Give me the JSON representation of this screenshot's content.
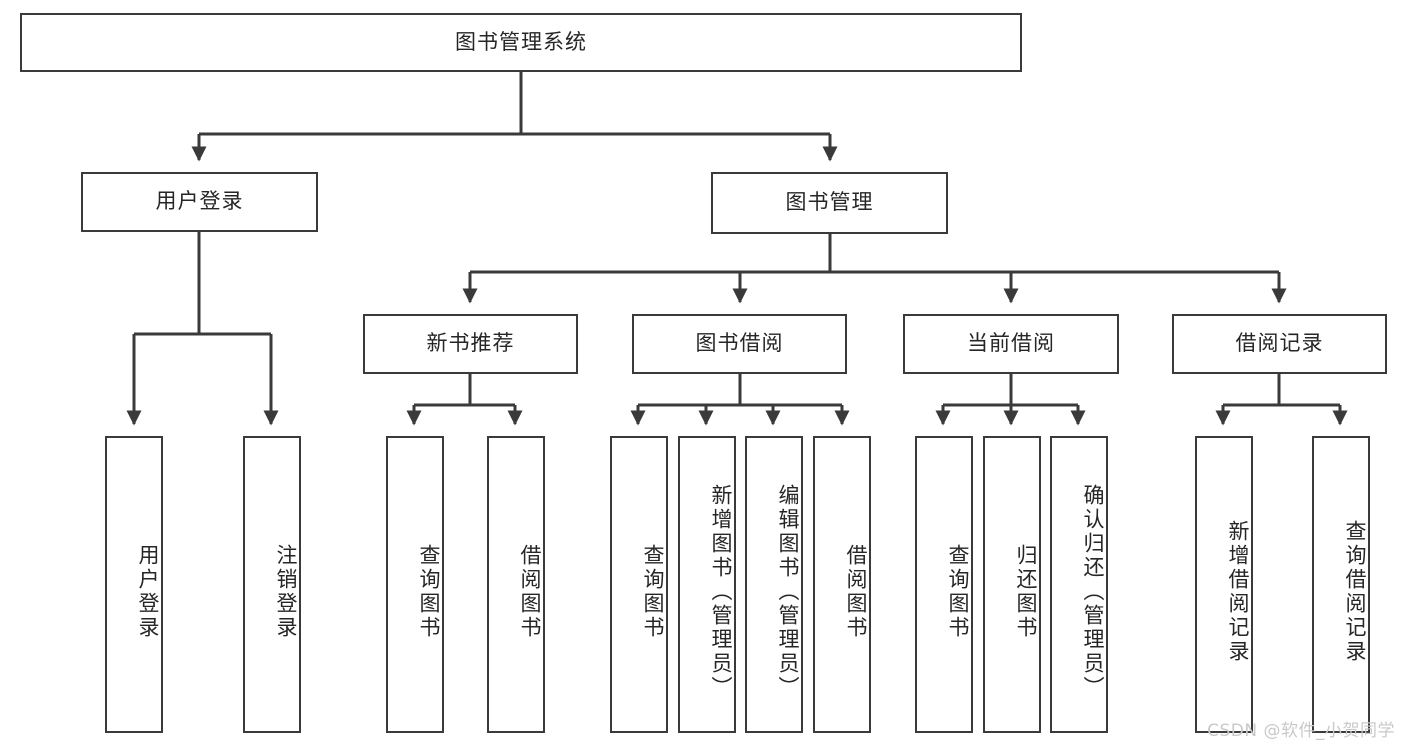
{
  "diagram": {
    "title": "图书管理系统",
    "type": "功能结构图",
    "watermark": "CSDN @软件_小贺同学",
    "colors": {
      "background": "#ffffff",
      "box_border": "#3a3a3a",
      "box_fill": "#ffffff",
      "text": "#262626",
      "connector": "#3a3a3a",
      "watermark": "#c9c9c9"
    },
    "levels": [
      {
        "level": 1,
        "nodes": [
          {
            "id": "root",
            "label": "图书管理系统",
            "orientation": "horizontal"
          }
        ]
      },
      {
        "level": 2,
        "nodes": [
          {
            "id": "user-login",
            "label": "用户登录",
            "orientation": "horizontal",
            "parent": "root"
          },
          {
            "id": "book-manage",
            "label": "图书管理",
            "orientation": "horizontal",
            "parent": "root"
          }
        ]
      },
      {
        "level": 3,
        "nodes": [
          {
            "id": "new-book-recommend",
            "label": "新书推荐",
            "orientation": "horizontal",
            "parent": "book-manage"
          },
          {
            "id": "book-borrow",
            "label": "图书借阅",
            "orientation": "horizontal",
            "parent": "book-manage"
          },
          {
            "id": "current-borrow",
            "label": "当前借阅",
            "orientation": "horizontal",
            "parent": "book-manage"
          },
          {
            "id": "borrow-record",
            "label": "借阅记录",
            "orientation": "horizontal",
            "parent": "book-manage"
          }
        ]
      },
      {
        "level": 4,
        "nodes": [
          {
            "id": "leaf-user-login",
            "label": "用户登录",
            "orientation": "vertical",
            "parent": "user-login"
          },
          {
            "id": "leaf-user-logout",
            "label": "注销登录",
            "orientation": "vertical",
            "parent": "user-login"
          },
          {
            "id": "leaf-query-book-1",
            "label": "查询图书",
            "orientation": "vertical",
            "parent": "new-book-recommend"
          },
          {
            "id": "leaf-borrow-book-1",
            "label": "借阅图书",
            "orientation": "vertical",
            "parent": "new-book-recommend"
          },
          {
            "id": "leaf-query-book-2",
            "label": "查询图书",
            "orientation": "vertical",
            "parent": "book-borrow"
          },
          {
            "id": "leaf-add-book",
            "label": "新增图书（管理员）",
            "orientation": "vertical",
            "parent": "book-borrow"
          },
          {
            "id": "leaf-edit-book",
            "label": "编辑图书（管理员）",
            "orientation": "vertical",
            "parent": "book-borrow"
          },
          {
            "id": "leaf-borrow-book-2",
            "label": "借阅图书",
            "orientation": "vertical",
            "parent": "book-borrow"
          },
          {
            "id": "leaf-query-book-3",
            "label": "查询图书",
            "orientation": "vertical",
            "parent": "current-borrow"
          },
          {
            "id": "leaf-return-book",
            "label": "归还图书",
            "orientation": "vertical",
            "parent": "current-borrow"
          },
          {
            "id": "leaf-confirm-return",
            "label": "确认归还（管理员）",
            "orientation": "vertical",
            "parent": "current-borrow"
          },
          {
            "id": "leaf-add-record",
            "label": "新增借阅记录",
            "orientation": "vertical",
            "parent": "borrow-record"
          },
          {
            "id": "leaf-query-record",
            "label": "查询借阅记录",
            "orientation": "vertical",
            "parent": "borrow-record"
          }
        ]
      }
    ]
  }
}
